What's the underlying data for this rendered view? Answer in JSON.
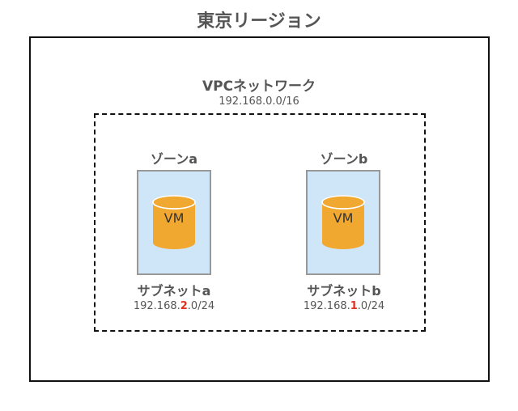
{
  "region": {
    "title": "東京リージョン"
  },
  "vpc": {
    "title": "VPCネットワーク",
    "cidr": "192.168.0.0/16"
  },
  "zones": [
    {
      "label": "ゾーンa",
      "vm_label": "VM",
      "subnet_label": "サブネットa",
      "cidr_prefix": "192.168.",
      "cidr_highlight": "2",
      "cidr_suffix": ".0/24"
    },
    {
      "label": "ゾーンb",
      "vm_label": "VM",
      "subnet_label": "サブネットb",
      "cidr_prefix": "192.168.",
      "cidr_highlight": "1",
      "cidr_suffix": ".0/24"
    }
  ],
  "colors": {
    "subnet_fill": "#cfe6f8",
    "subnet_border": "#999999",
    "vm_fill": "#f0a830",
    "highlight": "#e0311f",
    "text": "#555555"
  },
  "icons": {
    "vm": "database-cylinder-icon"
  }
}
